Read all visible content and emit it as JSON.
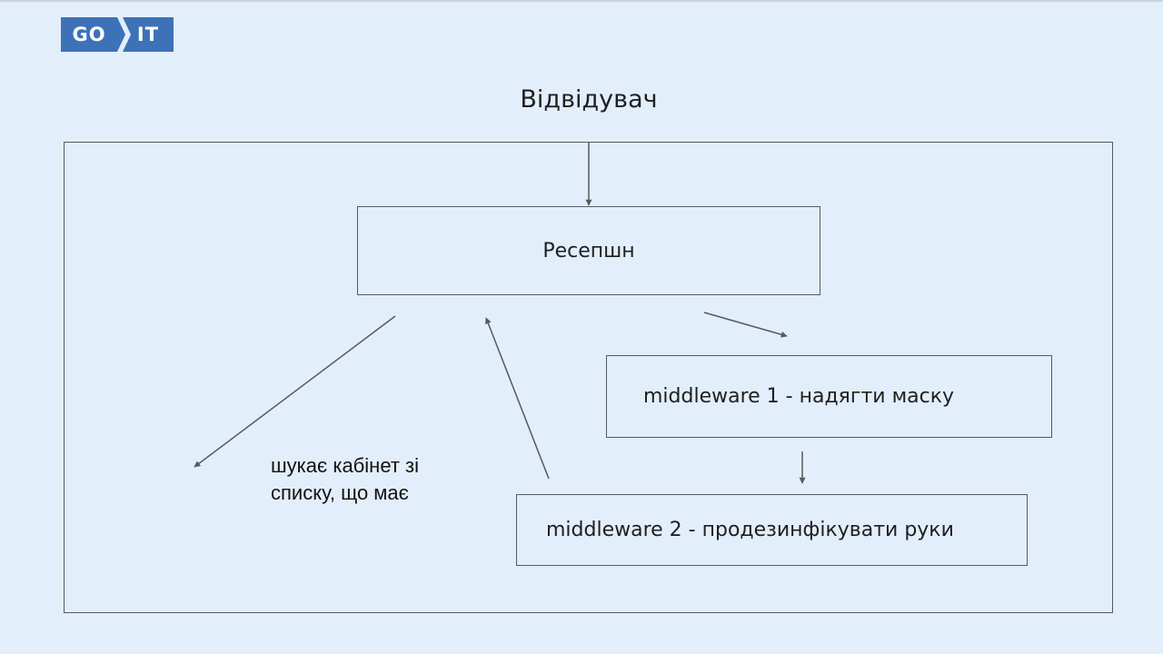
{
  "logo": {
    "left_text": "GO",
    "right_text": "IT",
    "color": "#3d72b9"
  },
  "diagram": {
    "visitor_label": "Відвідувач",
    "nodes": {
      "reception": "Ресепшн",
      "middleware1": "middleware 1 - надягти маску",
      "middleware2": "middleware 2 - продезинфікувати руки"
    },
    "note_lines": [
      "шукає кабінет зі",
      "списку, що має"
    ]
  },
  "colors": {
    "background": "#e3eefb",
    "stroke": "#555a60"
  }
}
